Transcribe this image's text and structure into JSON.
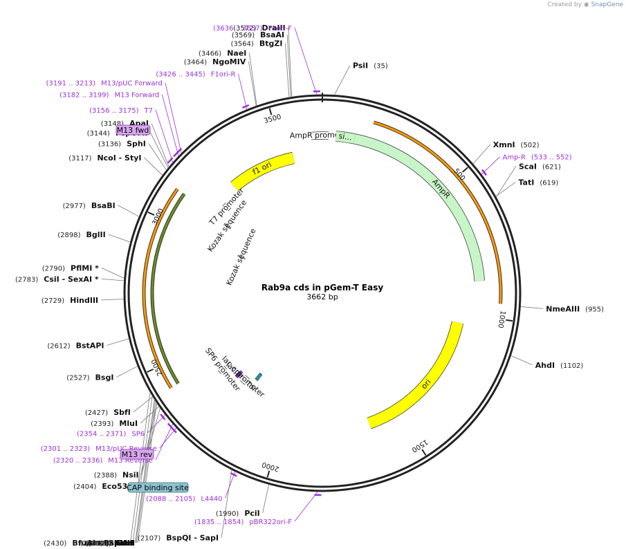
{
  "header": {
    "created_by": "Created by",
    "brand": "SnapGene"
  },
  "plasmid": {
    "name": "Rab9a cds in pGem-T Easy",
    "length_label": "3662 bp",
    "length": 3662
  },
  "ticks": [
    {
      "label": "500",
      "bp": 500
    },
    {
      "label": "1000",
      "bp": 1000
    },
    {
      "label": "1500",
      "bp": 1500
    },
    {
      "label": "2000",
      "bp": 2000
    },
    {
      "label": "2500",
      "bp": 2500
    },
    {
      "label": "3000",
      "bp": 3000
    },
    {
      "label": "3500",
      "bp": 3500
    }
  ],
  "enzymes": [
    {
      "name": "PsiI",
      "pos": "(35)",
      "bp": 35
    },
    {
      "name": "XmnI",
      "pos": "(502)",
      "bp": 502
    },
    {
      "name": "TatI",
      "pos": "(619)",
      "bp": 619
    },
    {
      "name": "ScaI",
      "pos": "(621)",
      "bp": 621
    },
    {
      "name": "NmeAIII",
      "pos": "(955)",
      "bp": 955
    },
    {
      "name": "AhdI",
      "pos": "(1102)",
      "bp": 1102
    },
    {
      "name": "PciI",
      "pos": "(1990)",
      "bp": 1990
    },
    {
      "name": "BspQI   - SapI",
      "pos": "(2107)",
      "bp": 2107
    },
    {
      "name": "NsiI",
      "pos": "(2388)",
      "bp": 2388
    },
    {
      "name": "MluI",
      "pos": "(2393)",
      "bp": 2393
    },
    {
      "name": "Eco53kI",
      "pos": "(2404)",
      "bp": 2404
    },
    {
      "name": "SacI",
      "pos": "(2406)",
      "bp": 2406
    },
    {
      "name": "NdeI",
      "pos": "(2412)",
      "bp": 2412
    },
    {
      "name": "SalI",
      "pos": "(2417)",
      "bp": 2417
    },
    {
      "name": "AccI",
      "pos": "(2418)",
      "bp": 2418
    },
    {
      "name": "SbfI",
      "pos": "(2427)",
      "bp": 2427
    },
    {
      "name": "BfuAI   - BspMI",
      "pos": "(2430)",
      "bp": 2430
    },
    {
      "name": "SpeI",
      "pos": "(2443)",
      "bp": 2443
    },
    {
      "name": "BsgI",
      "pos": "(2527)",
      "bp": 2527
    },
    {
      "name": "BstAPI",
      "pos": "(2612)",
      "bp": 2612
    },
    {
      "name": "HindIII",
      "pos": "(2729)",
      "bp": 2729
    },
    {
      "name": "CsiI   - SexAI *",
      "pos": "(2783)",
      "bp": 2783
    },
    {
      "name": "PflMI *",
      "pos": "(2790)",
      "bp": 2790
    },
    {
      "name": "BglII",
      "pos": "(2898)",
      "bp": 2898
    },
    {
      "name": "BsaBI",
      "pos": "(2977)",
      "bp": 2977
    },
    {
      "name": "NcoI   - StyI",
      "pos": "(3117)",
      "bp": 3117
    },
    {
      "name": "SphI",
      "pos": "(3136)",
      "bp": 3136
    },
    {
      "name": "PspOMI",
      "pos": "(3144)",
      "bp": 3144
    },
    {
      "name": "ApaI",
      "pos": "(3148)",
      "bp": 3148
    },
    {
      "name": "NgoMIV",
      "pos": "(3464)",
      "bp": 3464
    },
    {
      "name": "NaeI",
      "pos": "(3466)",
      "bp": 3466
    },
    {
      "name": "BtgZI",
      "pos": "(3564)",
      "bp": 3564
    },
    {
      "name": "BsaAI",
      "pos": "(3569)",
      "bp": 3569
    },
    {
      "name": "DraIII",
      "pos": "(3572)",
      "bp": 3572
    }
  ],
  "primers": [
    {
      "name": "F1ori-F",
      "range": "(3636 .. 3657)",
      "bp": 3646
    },
    {
      "name": "Amp-R",
      "range": "(533 .. 552)",
      "bp": 542
    },
    {
      "name": "pBR322ori-F",
      "range": "(1835 .. 1854)",
      "bp": 1844
    },
    {
      "name": "L4440",
      "range": "(2088 .. 2105)",
      "bp": 2096
    },
    {
      "name": "M13/pUC Reverse",
      "range": "(2301 .. 2323)",
      "bp": 2312
    },
    {
      "name": "M13 Reverse",
      "range": "(2320 .. 2336)",
      "bp": 2328
    },
    {
      "name": "SP6",
      "range": "(2354 .. 2371)",
      "bp": 2362
    },
    {
      "name": "T7",
      "range": "(3156 .. 3175)",
      "bp": 3165
    },
    {
      "name": "M13 Forward",
      "range": "(3182 .. 3199)",
      "bp": 3190
    },
    {
      "name": "M13/pUC Forward",
      "range": "(3191 .. 3213)",
      "bp": 3202
    },
    {
      "name": "F1ori-R",
      "range": "(3426 .. 3445)",
      "bp": 3435
    }
  ],
  "boxed_labels": [
    {
      "name": "M13 fwd",
      "color": "#d9a6ee"
    },
    {
      "name": "M13 rev",
      "color": "#d9a6ee"
    },
    {
      "name": "CAP binding site",
      "color": "#8fc3cf"
    }
  ],
  "features": [
    {
      "name": "f1 ori",
      "start": 3260,
      "end": 3540,
      "color": "#ffff00"
    },
    {
      "name": "AmpR promoter",
      "start": 3621,
      "end": 23,
      "color": "#ffffff"
    },
    {
      "name": "si...",
      "start": 50,
      "end": 120,
      "color": "#c8f5c8"
    },
    {
      "name": "AmpR",
      "start": 120,
      "end": 870,
      "color": "#c8f5c8"
    },
    {
      "name": "ori",
      "start": 1040,
      "end": 1630,
      "color": "#ffff00"
    },
    {
      "name": "T7 promoter",
      "start": 3165,
      "end": 3185,
      "color": "#ffffff"
    },
    {
      "name": "Kozak sequence",
      "start": 3100,
      "end": 3110,
      "color": "#999999"
    },
    {
      "name": "Kozak sequence",
      "start": 2986,
      "end": 2996,
      "color": "#999999"
    },
    {
      "name": "SP6 promoter",
      "start": 2355,
      "end": 2375,
      "color": "#ffffff"
    },
    {
      "name": "lac operator",
      "start": 2288,
      "end": 2305,
      "color": "#8b2be2"
    },
    {
      "name": "lac promoter",
      "start": 2240,
      "end": 2270,
      "color": "#ffffff"
    },
    {
      "name": "",
      "start": 2200,
      "end": 2220,
      "color": "#2e8a9a"
    }
  ],
  "orfs": [
    {
      "start": 170,
      "end": 950,
      "color": "#ff9900"
    },
    {
      "start": 2420,
      "end": 3110,
      "color": "#6b8e23"
    },
    {
      "start": 2420,
      "end": 3110,
      "color": "#ff9900"
    }
  ],
  "colors": {
    "primer": "#9b30d9",
    "backbone": "#222222",
    "orf_orange": "#f2a51a",
    "orf_green": "#6b8e23",
    "feature_yellow": "#ffff00",
    "feature_green": "#c8f5c8"
  }
}
